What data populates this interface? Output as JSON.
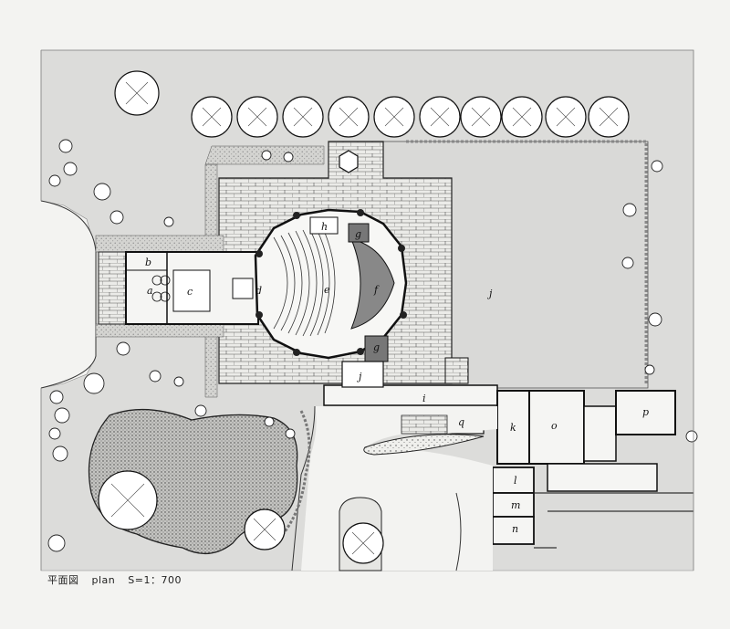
{
  "caption": {
    "ja": "平面図",
    "en": "plan",
    "scale": "S=1：700"
  },
  "room_labels": [
    "a",
    "b",
    "c",
    "d",
    "e",
    "f",
    "g",
    "g",
    "h",
    "i",
    "j",
    "j",
    "k",
    "l",
    "m",
    "n",
    "o",
    "p",
    "q"
  ],
  "colors": {
    "paper": "#f3f3f1",
    "lawn": "#dcdcda",
    "ink": "#1a1a1a",
    "paving": "#e9e9e6",
    "water": "#b8b8b5"
  }
}
